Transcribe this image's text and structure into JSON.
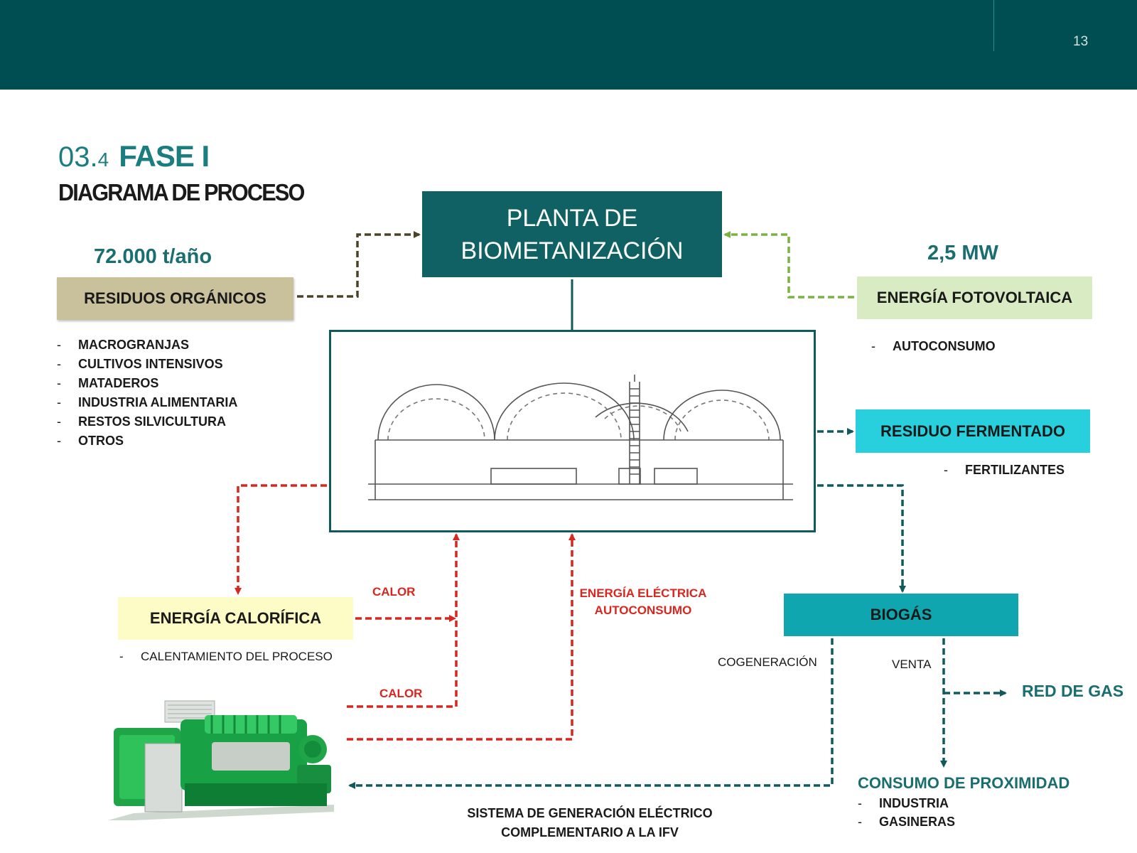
{
  "header": {
    "page_number": "13"
  },
  "section": {
    "number_main": "03.",
    "number_sub": "4",
    "phase": "FASE I",
    "title": "DIAGRAMA DE PROCESO"
  },
  "planta": {
    "line1": "PLANTA DE",
    "line2": "BIOMETANIZACIÓN"
  },
  "organic": {
    "quantity": "72.000 t/año",
    "label": "RESIDUOS ORGÁNICOS",
    "items": [
      "MACROGRANJAS",
      "CULTIVOS INTENSIVOS",
      "MATADEROS",
      "INDUSTRIA ALIMENTARIA",
      "RESTOS SILVICULTURA",
      "OTROS"
    ]
  },
  "photovoltaic": {
    "power": "2,5 MW",
    "label": "ENERGÍA FOTOVOLTAICA",
    "items": [
      "AUTOCONSUMO"
    ]
  },
  "fermented": {
    "label": "RESIDUO FERMENTADO",
    "items": [
      "FERTILIZANTES"
    ]
  },
  "heat": {
    "label": "ENERGÍA CALORÍFICA",
    "items": [
      "CALENTAMIENTO DEL PROCESO"
    ]
  },
  "biogas": {
    "label": "BIOGÁS"
  },
  "flow_labels": {
    "calor_1": "CALOR",
    "calor_2": "CALOR",
    "electric_line1": "ENERGÍA ELÉCTRICA",
    "electric_line2": "AUTOCONSUMO",
    "cogeneration": "COGENERACIÓN",
    "sale": "VENTA",
    "gas_network": "RED DE GAS"
  },
  "proximity": {
    "label": "CONSUMO DE PROXIMIDAD",
    "items": [
      "INDUSTRIA",
      "GASINERAS"
    ]
  },
  "system": {
    "line1": "SISTEMA DE GENERACIÓN ELÉCTRICO",
    "line2": "COMPLEMENTARIO A LA IFV"
  },
  "colors": {
    "header_bg": "#004e51",
    "planta_bg": "#0f6163",
    "organic_bg": "#c9c19b",
    "photovoltaic_bg": "#d9ebc2",
    "fermented_bg": "#27d0dc",
    "biogas_bg": "#0fa6af",
    "heat_bg": "#fdfbc6",
    "accent_teal": "#1a6e70",
    "flow_red": "#d9261f",
    "flow_brown": "#4a4228",
    "flow_green": "#7bb342"
  },
  "icons": {
    "plant": "biogas-plant-illustration",
    "generator": "cogeneration-generator-image"
  }
}
